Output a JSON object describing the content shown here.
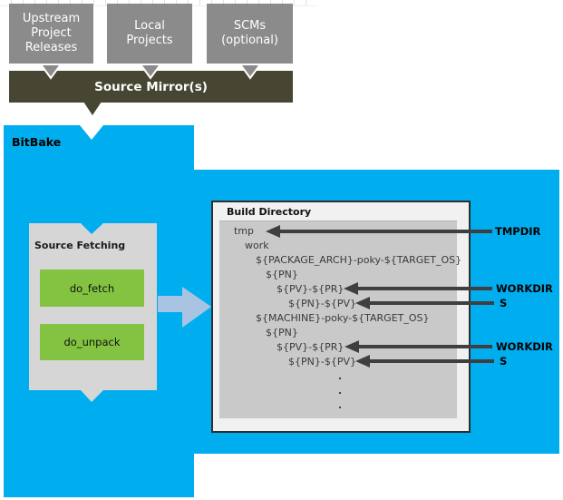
{
  "upstream_flow": {
    "boxes": [
      {
        "lines": [
          "Upstream",
          "Project",
          "Releases"
        ]
      },
      {
        "lines": [
          "Local",
          "Projects"
        ]
      },
      {
        "lines": [
          "SCMs",
          "(optional)"
        ]
      }
    ],
    "mirror_label": "Source Mirror(s)"
  },
  "bitbake": {
    "label": "BitBake"
  },
  "source_fetching": {
    "title": "Source Fetching",
    "tasks": [
      {
        "label": "do_fetch"
      },
      {
        "label": "do_unpack"
      }
    ]
  },
  "build_directory": {
    "title": "Build Directory",
    "tree": [
      "tmp",
      "work",
      "${PACKAGE_ARCH}-poky-${TARGET_OS}",
      "${PN}",
      "${PV}-${PR}",
      "${PN}-${PV}",
      "${MACHINE}-poky-${TARGET_OS}",
      "${PN}",
      "${PV}-${PR}",
      "${PN}-${PV}",
      ".",
      ".",
      "."
    ]
  },
  "annotations": [
    {
      "label": "TMPDIR"
    },
    {
      "label": "WORKDIR"
    },
    {
      "label": "S"
    },
    {
      "label": "WORKDIR"
    },
    {
      "label": "S"
    }
  ],
  "colors": {
    "blue": "#00aeef",
    "olive": "#474632",
    "box-gray": "#8b8b8b",
    "panel-gray": "#d6d6d6",
    "green": "#84c341",
    "flow-arrow": "#a9c4e2",
    "inner-gray": "#c9c9c9",
    "arrow-dark": "#3f3f3f"
  }
}
